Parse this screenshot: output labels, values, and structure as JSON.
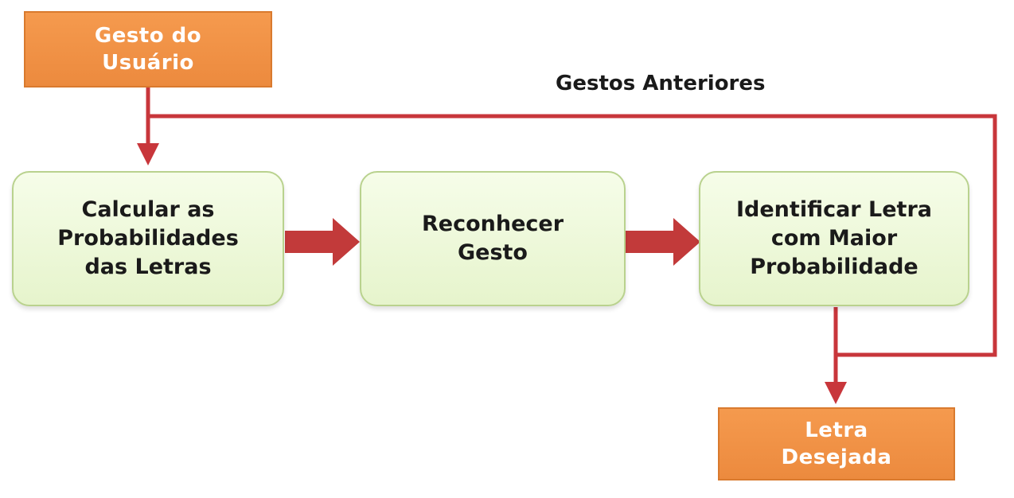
{
  "nodes": {
    "user_gesture": "Gesto do\nUsuário",
    "calculate": "Calcular as\nProbabilidades\ndas Letras",
    "recognize": "Reconhecer\nGesto",
    "identify": "Identificar Letra\ncom Maior\nProbabilidade",
    "desired_letter": "Letra\nDesejada"
  },
  "edges": {
    "feedback_label": "Gestos Anteriores"
  },
  "colors": {
    "connector": "#c8363b",
    "orange_fill": "#f0903f",
    "green_fill": "#edf8dc",
    "green_border": "#b9d28e"
  }
}
